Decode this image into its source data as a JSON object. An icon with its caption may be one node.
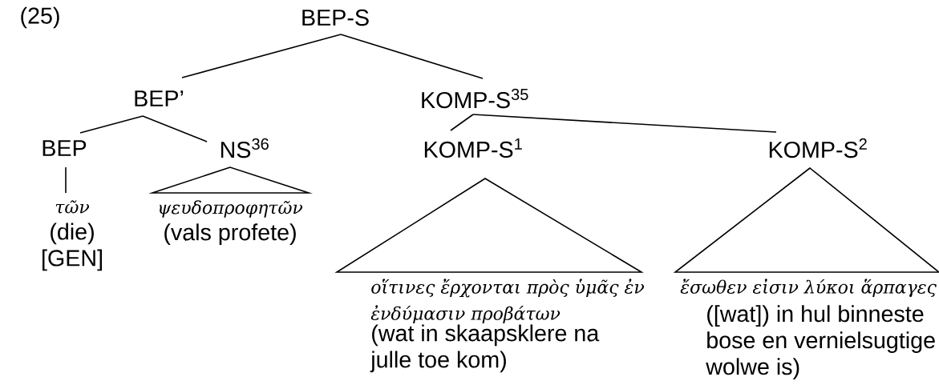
{
  "diagram": {
    "nodes": [
      {
        "text": [
          "BEP-S"
        ]
      },
      {
        "text": [
          "BEP’"
        ]
      },
      {
        "text": [
          "KOMP-S$^{35}$"
        ]
      },
      {
        "text": [
          "BEP"
        ]
      },
      {
        "text": [
          "NS$^{36}$"
        ]
      },
      {
        "text": [
          "KOMP-S$^{1}$"
        ]
      },
      {
        "text": [
          "KOMP-S$^{2}$"
        ]
      },
      {
        "text": [
          "τῶν",
          "(die)",
          "[GEN]"
        ]
      },
      {
        "text": [
          "ψευδοπροφητῶν",
          "(vals profete)"
        ]
      },
      {
        "text": [
          "οἵτινες ἔρχονται πρὸς ὑμᾶς ἐν ἐνδύμασιν προβάτων",
          "(wat in skaapsklere na julle toe kom)"
        ]
      },
      {
        "text": [
          "ἔσωθεν εἰσιν λύκοι ἅρπαγες",
          "([wat]) in hul binneste bose en vernielsugtige wolwe is)"
        ]
      }
    ],
    "edges": [
      {
        "from": 0,
        "to": 1,
        "arrow": "none"
      },
      {
        "from": 0,
        "to": 2,
        "arrow": "none"
      },
      {
        "from": 1,
        "to": 3,
        "arrow": "none"
      },
      {
        "from": 1,
        "to": 4,
        "arrow": "none"
      },
      {
        "from": 2,
        "to": 5,
        "arrow": "none"
      },
      {
        "from": 2,
        "to": 6,
        "arrow": "none"
      },
      {
        "from": 3,
        "to": 7,
        "arrow": "none"
      }
    ],
    "labels": [
      "(25)"
    ]
  }
}
